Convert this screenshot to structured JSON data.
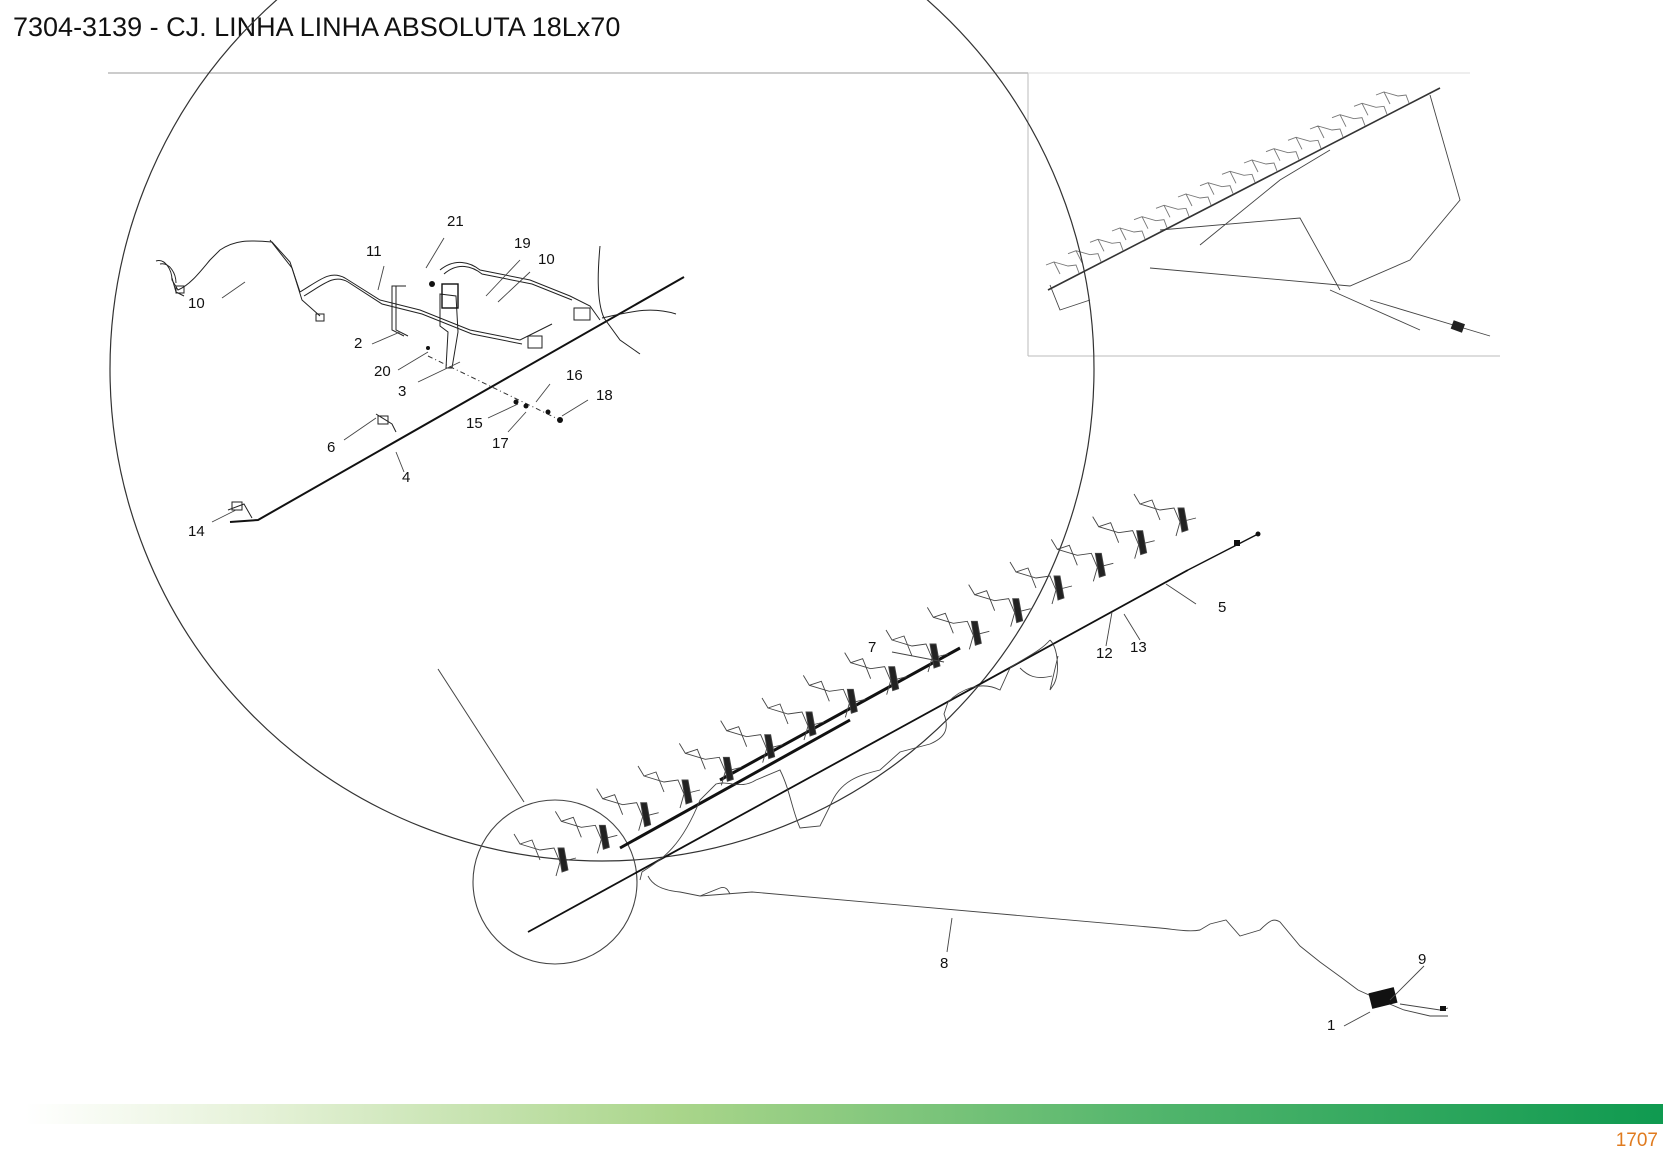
{
  "title": "7304-3139 - CJ. LINHA LINHA ABSOLUTA 18Lx70",
  "page_number": "1707",
  "colors": {
    "accent_orange": "#e07b1f",
    "brand_green": "#0f9a50",
    "light_green": "#a9d58a"
  },
  "detail_callouts": [
    {
      "id": "c21",
      "label": "21"
    },
    {
      "id": "c11",
      "label": "11"
    },
    {
      "id": "c19",
      "label": "19"
    },
    {
      "id": "c10a",
      "label": "10"
    },
    {
      "id": "c10b",
      "label": "10"
    },
    {
      "id": "c2",
      "label": "2"
    },
    {
      "id": "c20",
      "label": "20"
    },
    {
      "id": "c3",
      "label": "3"
    },
    {
      "id": "c16",
      "label": "16"
    },
    {
      "id": "c18",
      "label": "18"
    },
    {
      "id": "c15",
      "label": "15"
    },
    {
      "id": "c17",
      "label": "17"
    },
    {
      "id": "c6",
      "label": "6"
    },
    {
      "id": "c4",
      "label": "4"
    },
    {
      "id": "c14",
      "label": "14"
    }
  ],
  "main_callouts": [
    {
      "id": "c7",
      "label": "7"
    },
    {
      "id": "c5",
      "label": "5"
    },
    {
      "id": "c12",
      "label": "12"
    },
    {
      "id": "c13",
      "label": "13"
    },
    {
      "id": "c8",
      "label": "8"
    },
    {
      "id": "c9",
      "label": "9"
    },
    {
      "id": "c1",
      "label": "1"
    }
  ]
}
